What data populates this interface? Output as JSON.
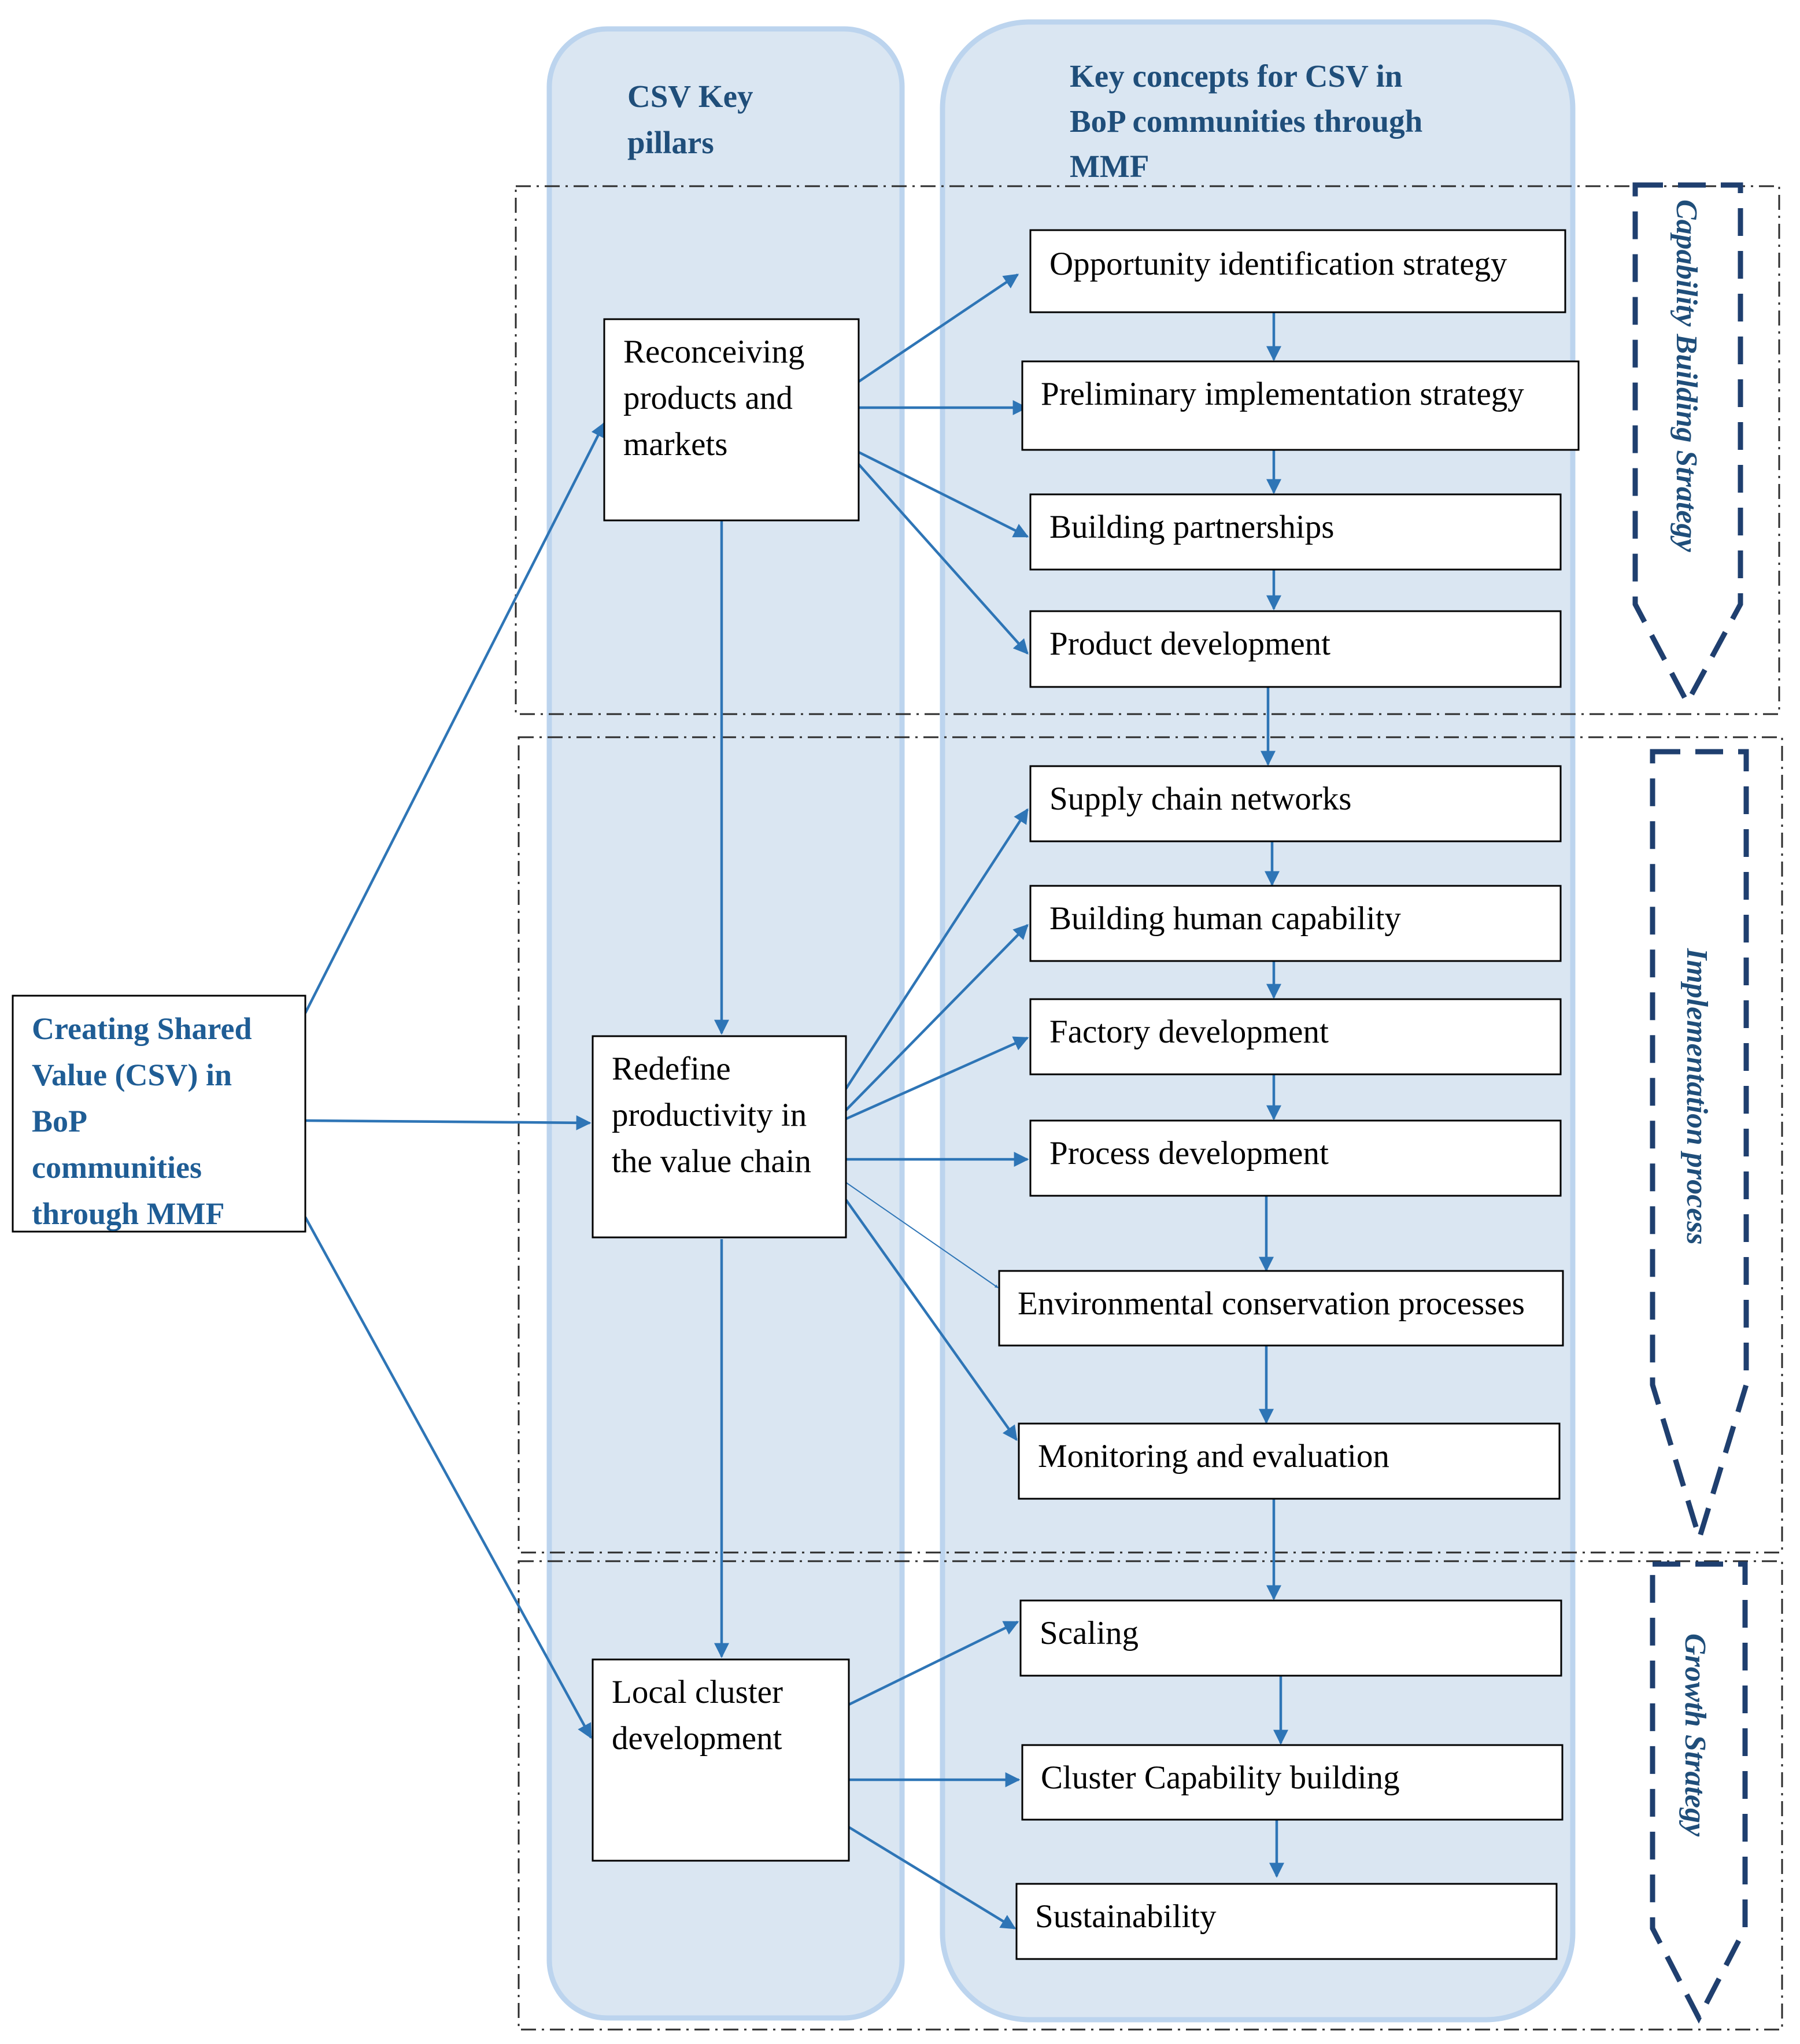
{
  "headers": {
    "pillars": [
      "CSV Key",
      "pillars"
    ],
    "concepts": [
      "Key concepts for CSV in",
      "BoP communities through",
      "MMF"
    ]
  },
  "source": {
    "lines": [
      "Creating Shared",
      "Value (CSV) in",
      "BoP",
      "communities",
      "through MMF"
    ]
  },
  "pillars": {
    "reconceiving": [
      "Reconceiving",
      "products and",
      "markets"
    ],
    "redefine": [
      "Redefine",
      "productivity in",
      "the value chain"
    ],
    "cluster": [
      "Local cluster",
      "development"
    ]
  },
  "concepts": {
    "opportunity": "Opportunity identification  strategy",
    "preliminary": "Preliminary  implementation strategy",
    "partnerships": "Building  partnerships",
    "product": "Product development",
    "supply": "Supply chain networks",
    "human": "Building  human capability",
    "factory": "Factory development",
    "process": "Process development",
    "environment": "Environmental conservation processes",
    "monitoring": "Monitoring and evaluation",
    "scaling": "Scaling",
    "cluster_cap": "Cluster Capability  building",
    "sustainability": "Sustainability"
  },
  "stages": {
    "capability": "Capability Building Strategy",
    "implementation": "Implementation process",
    "growth": "Growth Strategy"
  },
  "colors": {
    "connector": "#2e75b6",
    "column_fill": "#dae6f2",
    "column_stroke": "#bcd4ee",
    "stage_arrow": "#1f3f6f",
    "heading_text": "#1f4e7a"
  }
}
